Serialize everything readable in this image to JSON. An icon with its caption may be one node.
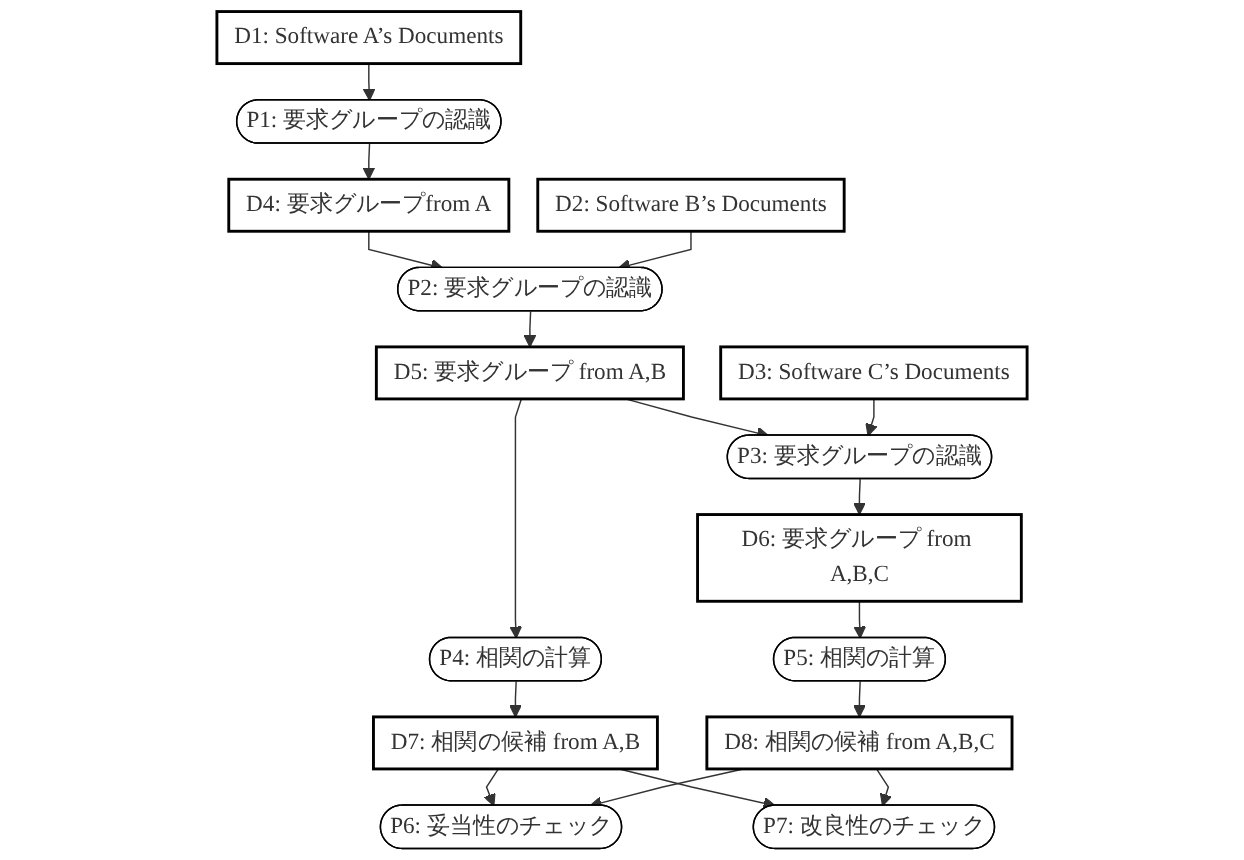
{
  "diagram": {
    "nodes": [
      {
        "text": [
          "D1: Software A’s Documents"
        ]
      },
      {
        "text": [
          "D2: Software B’s Documents"
        ]
      },
      {
        "text": [
          "D3: Software C’s Documents"
        ]
      },
      {
        "text": [
          "P1: 要求グループの認識"
        ]
      },
      {
        "text": [
          "P2: 要求グループの認識"
        ]
      },
      {
        "text": [
          "P3: 要求グループの認識"
        ]
      },
      {
        "text": [
          "D4: 要求グループfrom A"
        ]
      },
      {
        "text": [
          "D5: 要求グループ from A,B"
        ]
      },
      {
        "text": [
          "D6: 要求グループ from A,B,C"
        ]
      },
      {
        "text": [
          "P4: 相関の計算"
        ]
      },
      {
        "text": [
          "P5: 相関の計算"
        ]
      },
      {
        "text": [
          "D7: 相関の候補 from A,B"
        ]
      },
      {
        "text": [
          "D8: 相関の候補 from A,B,C"
        ]
      },
      {
        "text": [
          "P6: 妥当性のチェック"
        ]
      },
      {
        "text": [
          "P7: 改良性のチェック"
        ]
      }
    ],
    "edges": [
      {
        "from": 0,
        "to": 3,
        "arrow": "to"
      },
      {
        "from": 3,
        "to": 6,
        "arrow": "to"
      },
      {
        "from": 6,
        "to": 4,
        "arrow": "to"
      },
      {
        "from": 1,
        "to": 4,
        "arrow": "to"
      },
      {
        "from": 4,
        "to": 7,
        "arrow": "to"
      },
      {
        "from": 7,
        "to": 5,
        "arrow": "to"
      },
      {
        "from": 2,
        "to": 5,
        "arrow": "to"
      },
      {
        "from": 5,
        "to": 8,
        "arrow": "to"
      },
      {
        "from": 7,
        "to": 9,
        "arrow": "to"
      },
      {
        "from": 9,
        "to": 11,
        "arrow": "to"
      },
      {
        "from": 8,
        "to": 10,
        "arrow": "to"
      },
      {
        "from": 10,
        "to": 12,
        "arrow": "to"
      },
      {
        "from": 11,
        "to": 13,
        "arrow": "to"
      },
      {
        "from": 11,
        "to": 14,
        "arrow": "to"
      },
      {
        "from": 12,
        "to": 13,
        "arrow": "to"
      },
      {
        "from": 12,
        "to": 14,
        "arrow": "to"
      }
    ]
  }
}
